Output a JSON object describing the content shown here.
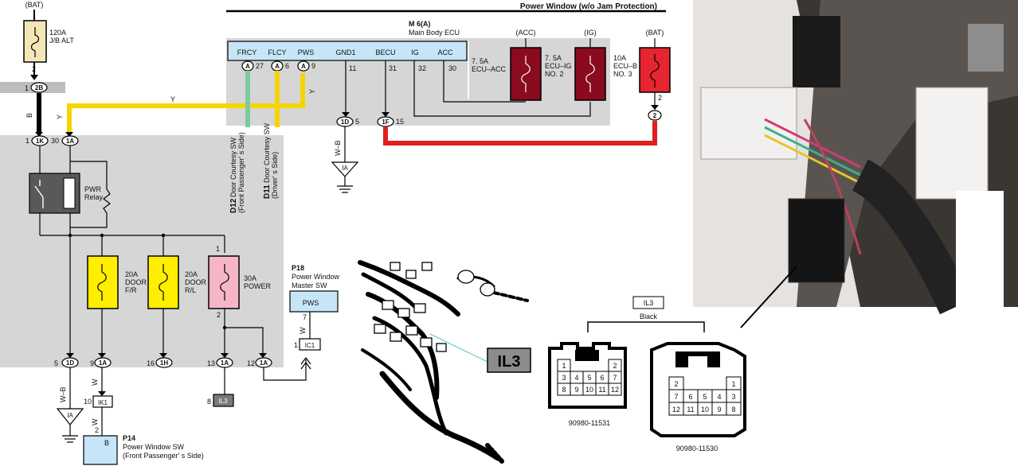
{
  "header": {
    "title": "Power Window (w/o Jam Protection)"
  },
  "colors": {
    "yellow_wire": "#f5d400",
    "green_wire": "#7fc9a0",
    "red_wire": "#e02020",
    "black_wire": "#000000",
    "light_blue": "#c6e6f7",
    "gray_panel": "#d6d6d6",
    "fuse_yellow": "#ffee00",
    "fuse_pink": "#f6b6c8",
    "fuse_red": "#e52530",
    "fuse_darkred": "#8a0a1e",
    "alt_fuse": "#f3e7b7"
  },
  "battery_top": {
    "label": "(BAT)",
    "fuse_amp": "120A",
    "fuse_name": "J/B ALT",
    "pin": "2"
  },
  "conn_2B": {
    "label": "2B",
    "pin": "1"
  },
  "wire_B": "B",
  "wire_Y": "Y",
  "conn_1K": {
    "label": "1K",
    "pin": "1"
  },
  "conn_1A_top": {
    "label": "1A",
    "pin": "30"
  },
  "relay": {
    "line1": "PWR",
    "line2": "Relay"
  },
  "fuses_left": [
    {
      "amp": "20A",
      "line1": "DOOR",
      "line2": "F/R"
    },
    {
      "amp": "20A",
      "line1": "DOOR",
      "line2": "R/L"
    },
    {
      "amp": "30A",
      "line1": "POWER",
      "pin_top": "1",
      "pin_bottom": "2"
    }
  ],
  "ecu": {
    "id": "M 6(A)",
    "name": "Main Body ECU",
    "pins": [
      "FRCY",
      "FLCY",
      "PWS",
      "GND1",
      "BECU",
      "IG",
      "ACC"
    ],
    "nums": [
      "27",
      "6",
      "9",
      "11",
      "31",
      "32",
      "30"
    ],
    "conn_letter": "A"
  },
  "ecu_fuses": [
    {
      "tag": "(ACC)",
      "amp": "7. 5A",
      "name": "ECU–ACC"
    },
    {
      "tag": "(IG)",
      "amp": "7. 5A",
      "line1": "ECU–IG",
      "line2": "NO. 2"
    },
    {
      "tag": "(BAT)",
      "amp": "10A",
      "line1": "ECU–B",
      "line2": "NO. 3",
      "pin": "2"
    }
  ],
  "ecu_fuse_2": "7. 5A ECU–ACC",
  "door_switches": [
    {
      "id": "D12",
      "line1": "Door Courtesy SW",
      "line2": "(Front Passenger' s Side)"
    },
    {
      "id": "D11",
      "line1": "Door Courtesy SW",
      "line2": "(Driver' s Side)"
    }
  ],
  "conn_1D_top": {
    "label": "1D",
    "pin": "5"
  },
  "conn_1F": {
    "label": "1F",
    "pin": "15"
  },
  "conn_2_bat": {
    "label": "2"
  },
  "wire_WB": "W–B",
  "ground_IA": "IA",
  "master_sw": {
    "id": "P18",
    "line1": "Power Window",
    "line2": "Master SW",
    "pin_label": "PWS",
    "pin": "7"
  },
  "conn_IC1": {
    "label": "IC1",
    "pin": "1"
  },
  "wire_W": "W",
  "bottom_conns": [
    {
      "label": "1D",
      "pin": "5"
    },
    {
      "label": "1A",
      "pin": "9"
    },
    {
      "label": "1H",
      "pin": "16"
    },
    {
      "label": "1A",
      "pin": "13"
    },
    {
      "label": "1A",
      "pin": "12"
    }
  ],
  "conn_IK1": {
    "label": "IK1",
    "pin": "10"
  },
  "conn_IL3_small": {
    "label": "IL3",
    "pin": "8"
  },
  "passenger_sw": {
    "id": "P14",
    "line1": "Power Window SW",
    "line2": "(Front Passenger' s Side)",
    "pin_label": "B",
    "pin": "2"
  },
  "il3_callout": "IL3",
  "connector_info": {
    "label": "IL3",
    "color": "Black"
  },
  "connector_left": {
    "part": "90980-11531",
    "rows": [
      [
        "1",
        "",
        "2"
      ],
      [
        "3",
        "4",
        "5",
        "6",
        "7"
      ],
      [
        "8",
        "9",
        "10",
        "11",
        "12"
      ]
    ]
  },
  "connector_right": {
    "part": "90980-11530",
    "rows": [
      [
        "2",
        "",
        "1"
      ],
      [
        "7",
        "6",
        "5",
        "4",
        "3"
      ],
      [
        "12",
        "11",
        "10",
        "9",
        "8"
      ]
    ]
  }
}
